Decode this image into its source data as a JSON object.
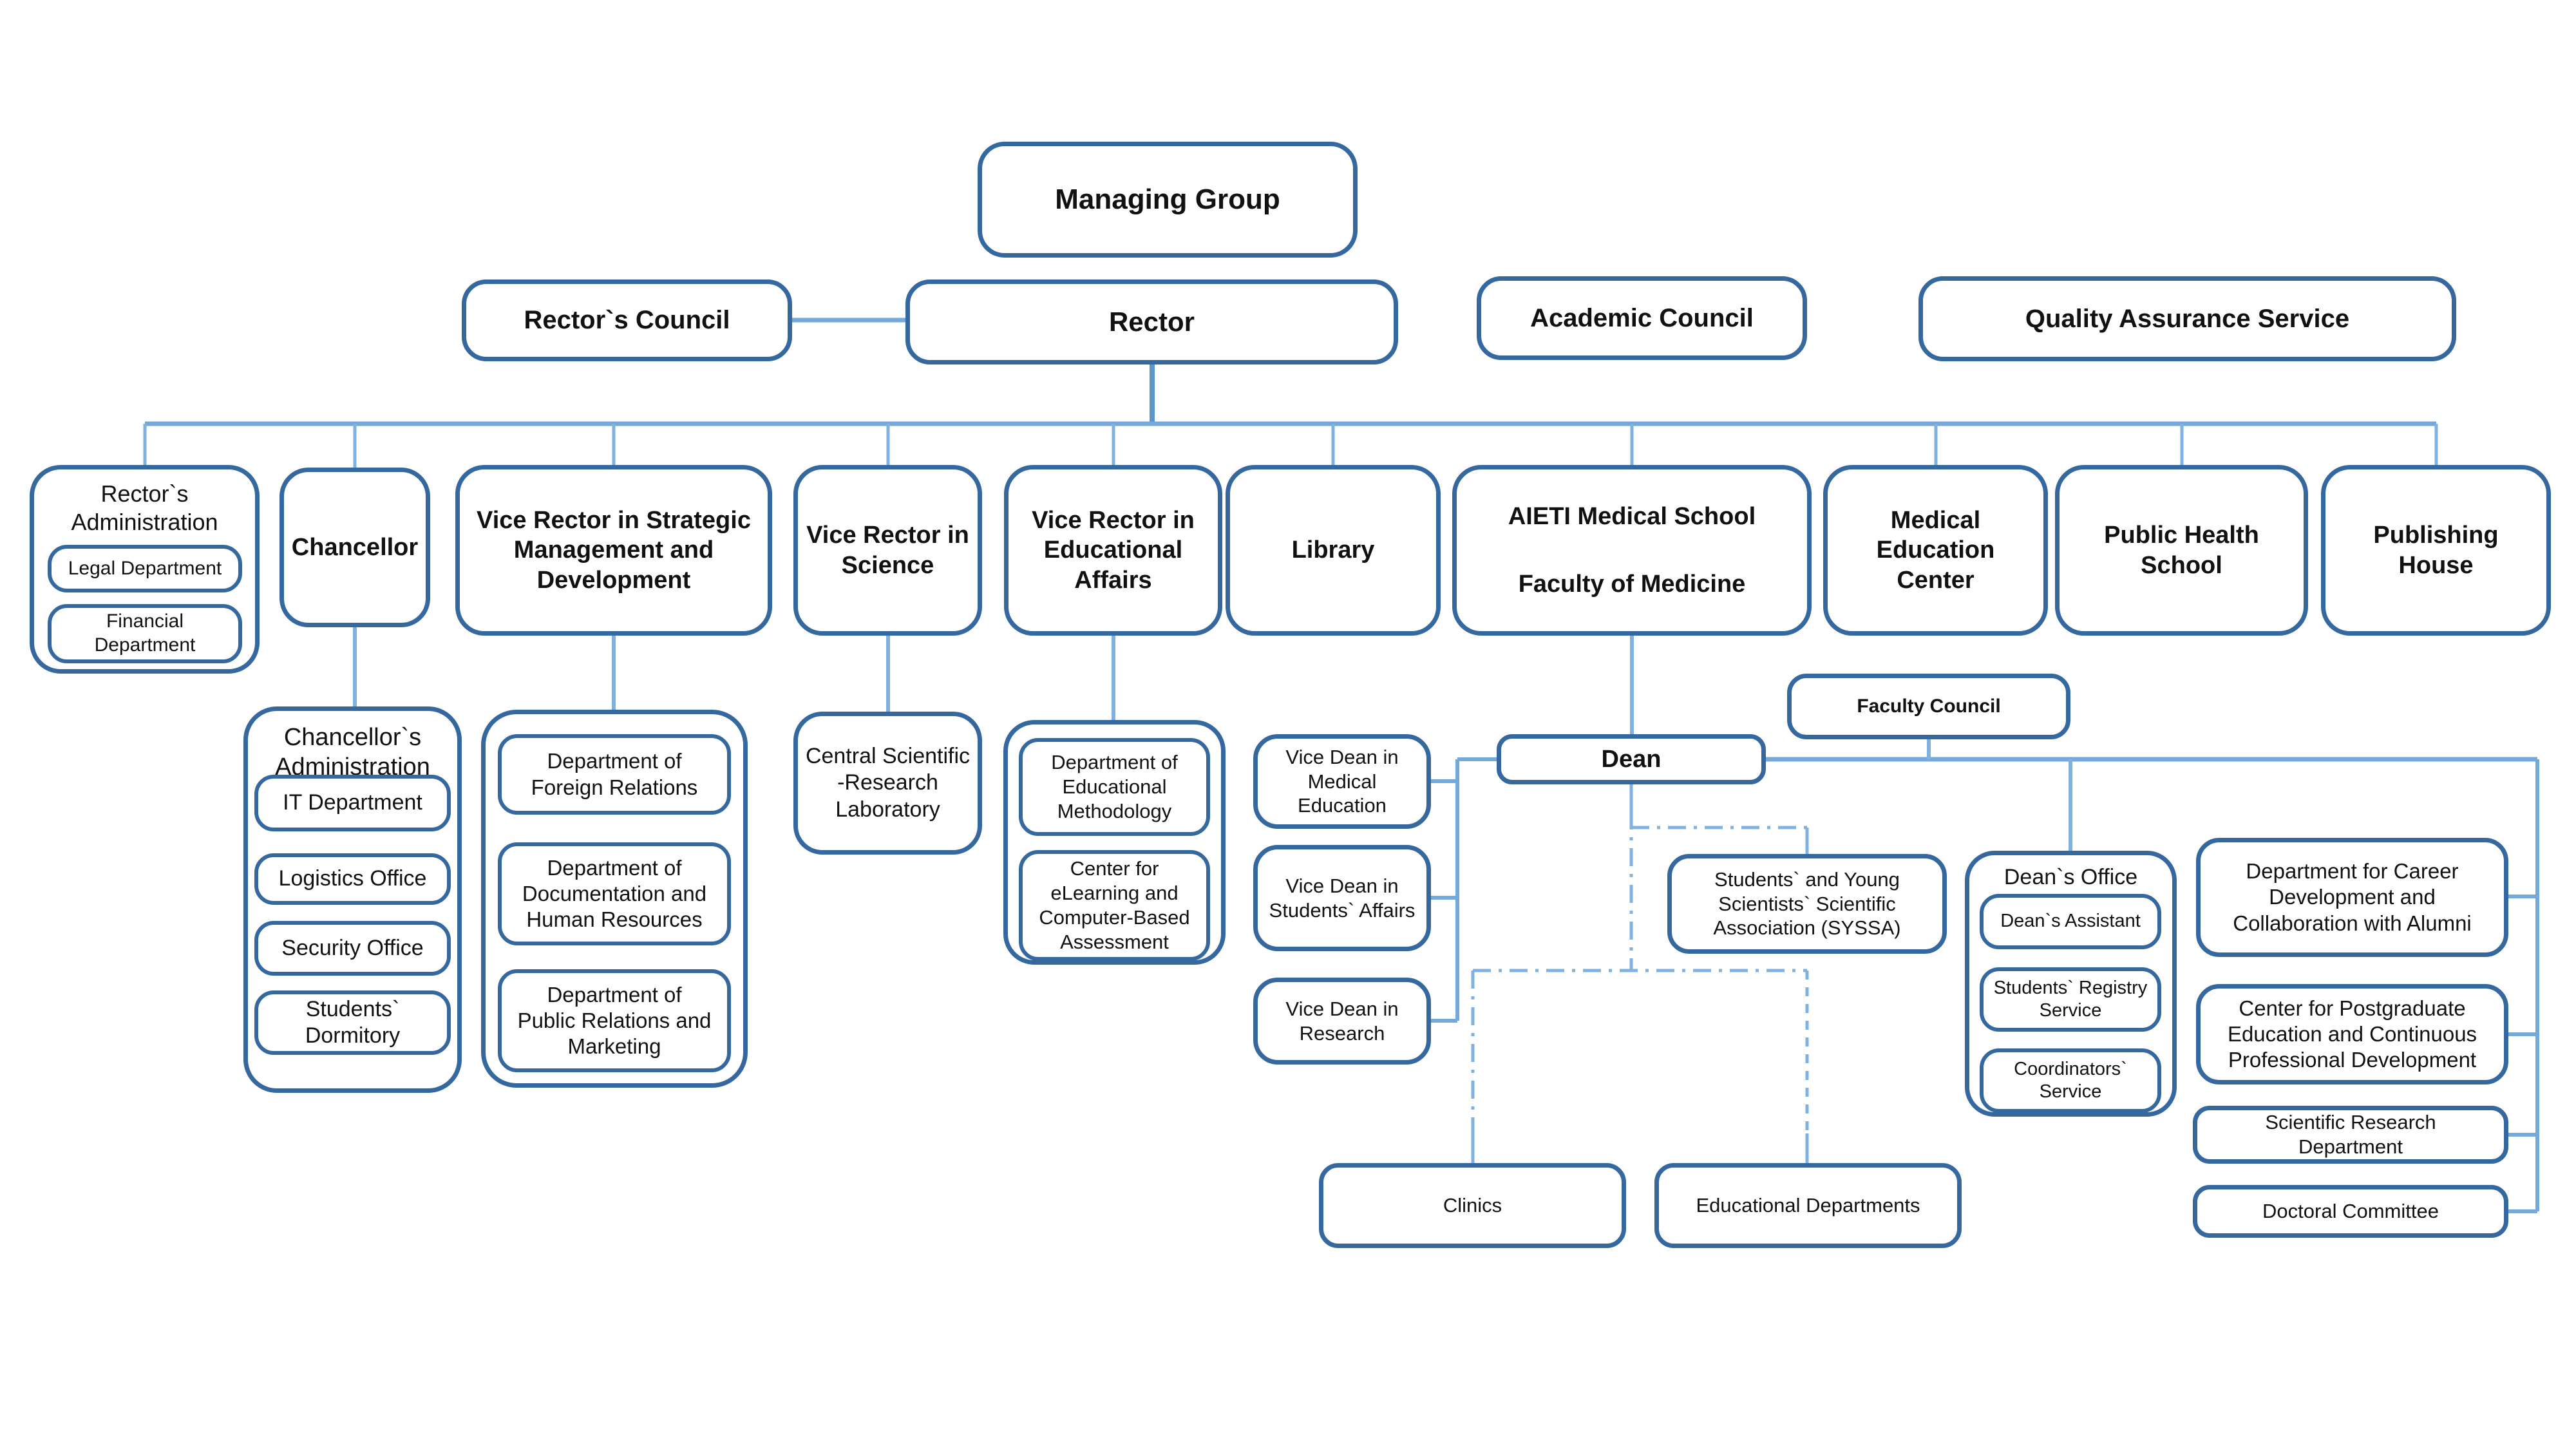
{
  "diagram": {
    "managing_group": "Managing Group",
    "rectors_council": "Rector`s Council",
    "rector": "Rector",
    "academic_council": "Academic Council",
    "quality_assurance": "Quality Assurance Service",
    "rectors_admin": {
      "title": "Rector`s\nAdministration",
      "legal": "Legal Department",
      "financial": "Financial\nDepartment"
    },
    "chancellor": "Chancellor",
    "vr_strategic": "Vice Rector in Strategic\nManagement and\nDevelopment",
    "vr_science": "Vice Rector in\nScience",
    "vr_educational": "Vice Rector in\nEducational\nAffairs",
    "library": "Library",
    "aieti_line1": "AIETI Medical School",
    "aieti_line2": "Faculty of Medicine",
    "med_ed_center": "Medical\nEducation\nCenter",
    "public_health": "Public Health\nSchool",
    "publishing": "Publishing\nHouse",
    "chancellors_admin": {
      "title": "Chancellor`s\nAdministration",
      "it": "IT Department",
      "logistics": "Logistics Office",
      "security": "Security Office",
      "dormitory": "Students`\nDormitory"
    },
    "strategic_children": {
      "foreign": "Department of\nForeign Relations",
      "documentation": "Department of\nDocumentation and\nHuman Resources",
      "public_relations": "Department of\nPublic Relations and\nMarketing"
    },
    "central_lab": "Central Scientific\n-Research\nLaboratory",
    "educational_children": {
      "methodology": "Department of\nEducational\nMethodology",
      "elearning": "Center for\neLearning and\nComputer-Based\nAssessment"
    },
    "vice_deans": {
      "medical_education": "Vice Dean in\nMedical\nEducation",
      "students_affairs": "Vice Dean in\nStudents` Affairs",
      "research": "Vice Dean in\nResearch"
    },
    "faculty_council": "Faculty Council",
    "dean": "Dean",
    "syssa": "Students` and Young\nScientists` Scientific\nAssociation (SYSSA)",
    "deans_office": {
      "title": "Dean`s Office",
      "assistant": "Dean`s Assistant",
      "registry": "Students` Registry\nService",
      "coordinators": "Coordinators`\nService"
    },
    "career_dev": "Department for Career\nDevelopment and\nCollaboration with Alumni",
    "postgraduate": "Center for Postgraduate\nEducation and Continuous\nProfessional Development",
    "sci_research": "Scientific Research\nDepartment",
    "doctoral": "Doctoral Committee",
    "clinics": "Clinics",
    "ed_departments": "Educational Departments",
    "colors": {
      "box_border": "#35689E",
      "connector": "#74A9DC",
      "text": "#111111"
    }
  }
}
